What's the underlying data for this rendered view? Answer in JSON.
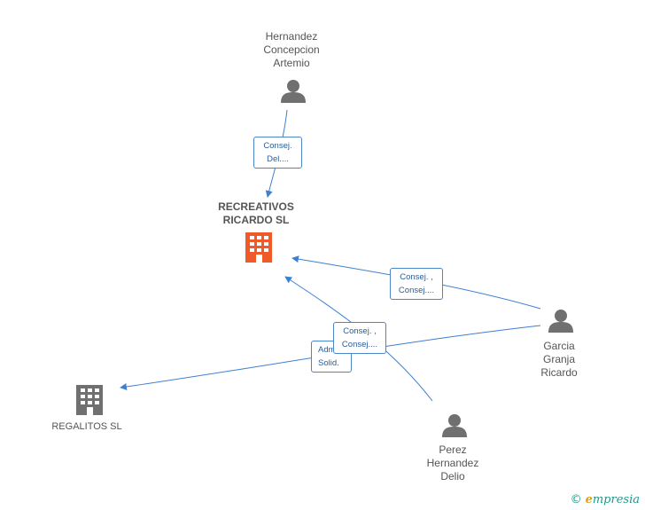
{
  "nodes": {
    "hernandez": {
      "lines": [
        "Hernandez",
        "Concepcion",
        "Artemio"
      ],
      "icon": "person-icon"
    },
    "recreativos": {
      "lines": [
        "RECREATIVOS",
        "RICARDO SL"
      ],
      "icon": "building-icon",
      "color": "#f05a28"
    },
    "garcia": {
      "lines": [
        "Garcia",
        "Granja",
        "Ricardo"
      ],
      "icon": "person-icon"
    },
    "perez": {
      "lines": [
        "Perez",
        "Hernandez",
        "Delio"
      ],
      "icon": "person-icon"
    },
    "regalitos": {
      "lines": [
        "REGALITOS SL"
      ],
      "icon": "building-icon",
      "color": "#707070"
    }
  },
  "edges": {
    "hernandez_recreativos": [
      "Consej.",
      "Del...."
    ],
    "garcia_recreativos": [
      "Consej. ,",
      "Consej...."
    ],
    "perez_recreativos": [
      "Consej. ,",
      "Consej...."
    ],
    "garcia_regalitos": [
      "Adm.",
      "Solid."
    ]
  },
  "colors": {
    "edge": "#3f7fd0",
    "person": "#707070"
  },
  "brand": {
    "symbol": "©",
    "first": "e",
    "rest": "mpresia"
  }
}
